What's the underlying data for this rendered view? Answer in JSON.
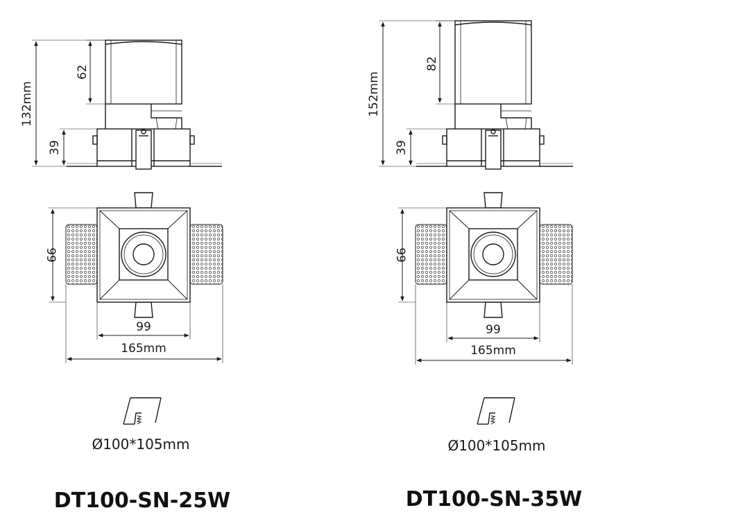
{
  "products": [
    {
      "model": "DT100-SN-25W",
      "total_height": "132mm",
      "top_height": "62",
      "bottom_height": "39",
      "side_width": "99",
      "front_width": "99",
      "overall_width": "165mm",
      "cutout": "Ø100*105mm"
    },
    {
      "model": "DT100-SN-35W",
      "total_height": "152mm",
      "top_height": "82",
      "bottom_height": "39",
      "side_width": "99",
      "front_width": "99",
      "overall_width": "165mm",
      "cutout": "Ø100*105mm"
    }
  ],
  "colors": {
    "line": "#1a1a1a",
    "dot": "#555555",
    "text": "#1a1a1a"
  },
  "icons": [
    "cutout-hole-icon"
  ]
}
